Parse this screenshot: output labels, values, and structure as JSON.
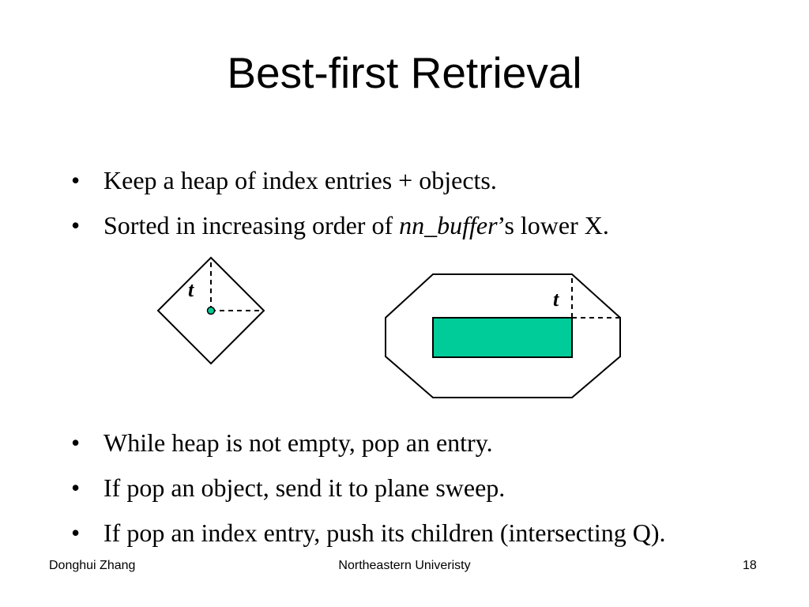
{
  "slide": {
    "title": "Best-first Retrieval",
    "bullet_char": "•",
    "bullets_top": [
      {
        "text": "Keep a heap of index entries + objects."
      },
      {
        "pre": "Sorted in increasing order of ",
        "em": "nn_buffer",
        "post": "’s lower X."
      }
    ],
    "bullets_bottom": [
      {
        "text": "While heap is not empty, pop an entry."
      },
      {
        "text": "If pop an object, send it to plane sweep."
      },
      {
        "text": "If pop an index entry, push its children (intersecting Q)."
      }
    ],
    "diagram": {
      "left_label": "t",
      "right_label": "t",
      "fill_color": "#00cc99"
    }
  },
  "footer": {
    "author": "Donghui Zhang",
    "institution": "Northeastern Univeristy",
    "page_number": "18"
  }
}
